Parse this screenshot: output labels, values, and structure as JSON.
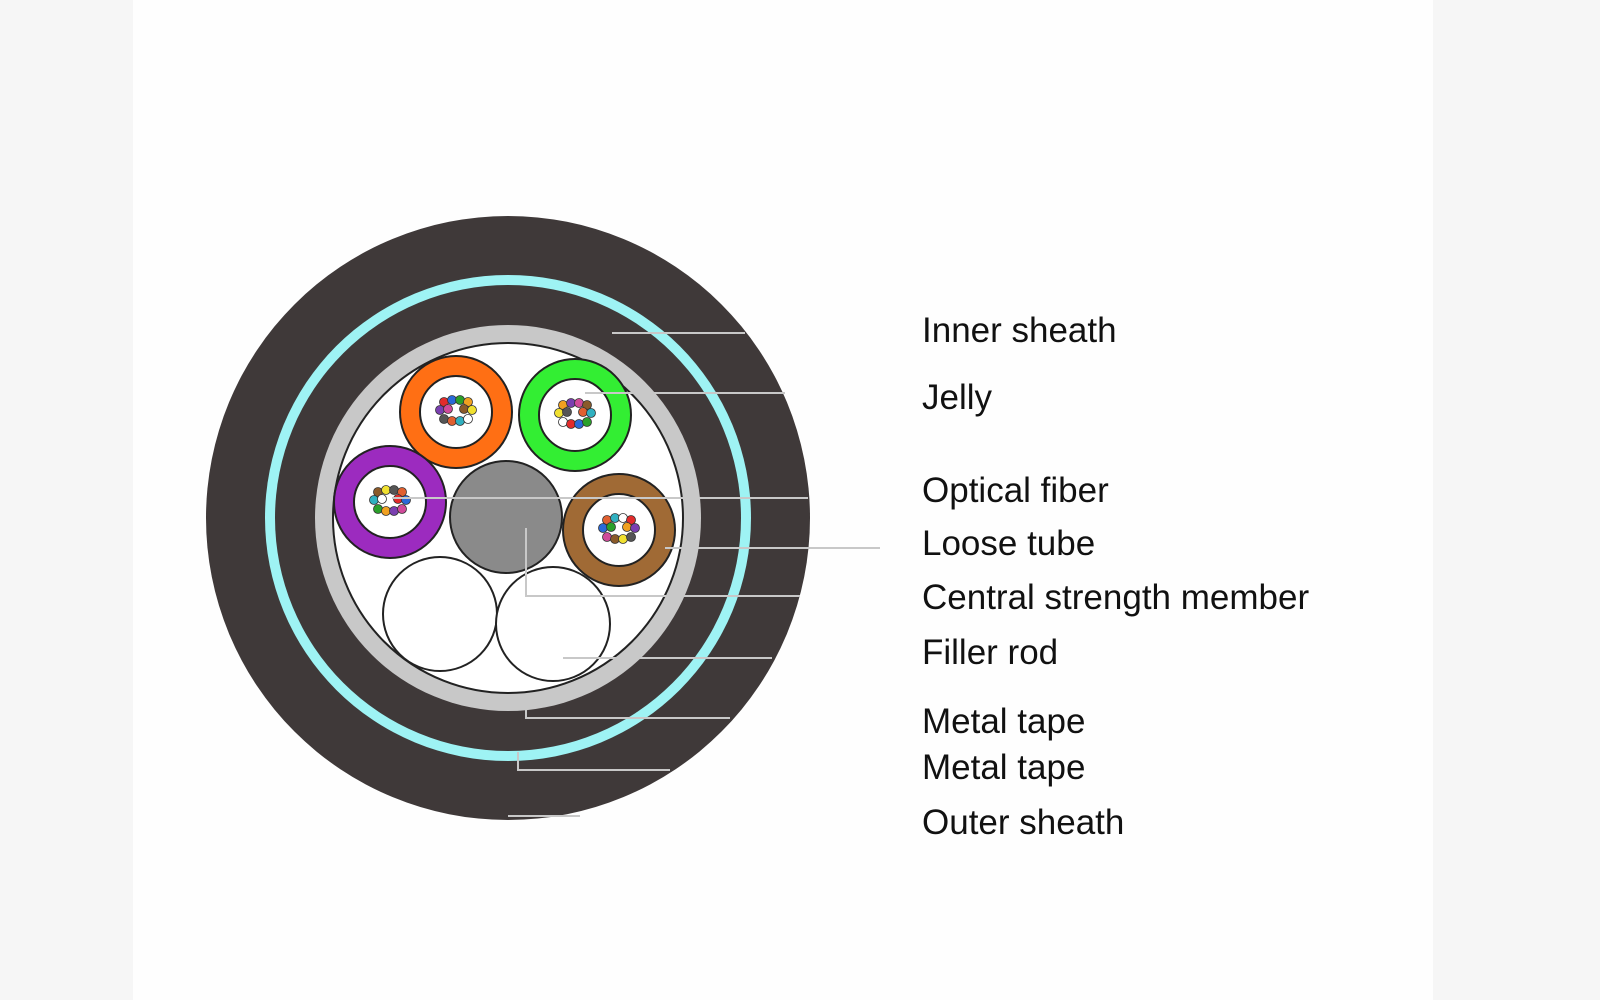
{
  "labels": {
    "inner_sheath": "Inner sheath",
    "jelly": "Jelly",
    "optical_fiber": "Optical fiber",
    "loose_tube": "Loose tube",
    "central_strength_member": "Central strength member",
    "filler_rod": "Filler rod",
    "metal_tape_1": "Metal tape",
    "metal_tape_2": "Metal tape",
    "outer_sheath": "Outer sheath"
  },
  "colors": {
    "outer_sheath": "#3f3939",
    "metal_tape_outer": "#9ef3f4",
    "inner_sheath": "#3f3939",
    "metal_tape_inner": "#c8c8c8",
    "jelly": "#ffffff",
    "central_strength_member": "#8a8a8a",
    "filler_rod": "#ffffff",
    "loose_tubes": [
      "#ff6f14",
      "#33ee33",
      "#9c2bbf",
      "#a06a35"
    ],
    "leader_line": "#c8c8c8",
    "label_text": "#111111",
    "fiber_dots": [
      "#e22b2b",
      "#2a6ad8",
      "#2aa02a",
      "#f0a020",
      "#7a3fb0",
      "#d04a9a",
      "#8a5a2a",
      "#f0e030",
      "#555555",
      "#e06030",
      "#30b0c0",
      "#ffffff"
    ]
  }
}
